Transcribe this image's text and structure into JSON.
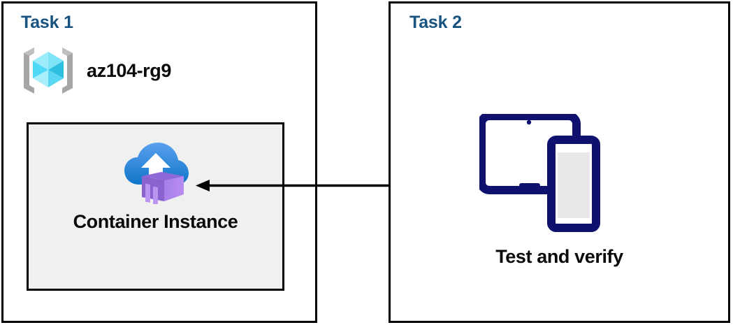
{
  "diagram": {
    "title": "Azure Container Instance task diagram",
    "colors": {
      "task_label": "#195480",
      "panel_border": "#000000",
      "inner_box_fill": "#f0f0f0",
      "device_navy": "#10106e",
      "cube_cyan_light": "#9cecfb",
      "cube_cyan_mid": "#50d9f7",
      "cube_cyan_dark": "#1aa7c4",
      "bracket_gray": "#a6a6a6",
      "cloud_blue": "#1f7fd0",
      "container_purple": "#a680e8",
      "arrow": "#000000"
    },
    "panels": [
      {
        "label": "Task 1",
        "resource_group": {
          "icon": "azure-resource-group-icon",
          "name": "az104-rg9"
        },
        "resource": {
          "icon": "azure-container-instance-icon",
          "label": "Container Instance"
        }
      },
      {
        "label": "Task 2",
        "action": {
          "icon": "tablet-and-phone-devices-icon",
          "label": "Test and verify"
        }
      }
    ],
    "connector": {
      "name": "arrow-task2-to-container-instance",
      "direction": "right-to-left",
      "from": "Test and verify",
      "to": "Container Instance"
    }
  }
}
